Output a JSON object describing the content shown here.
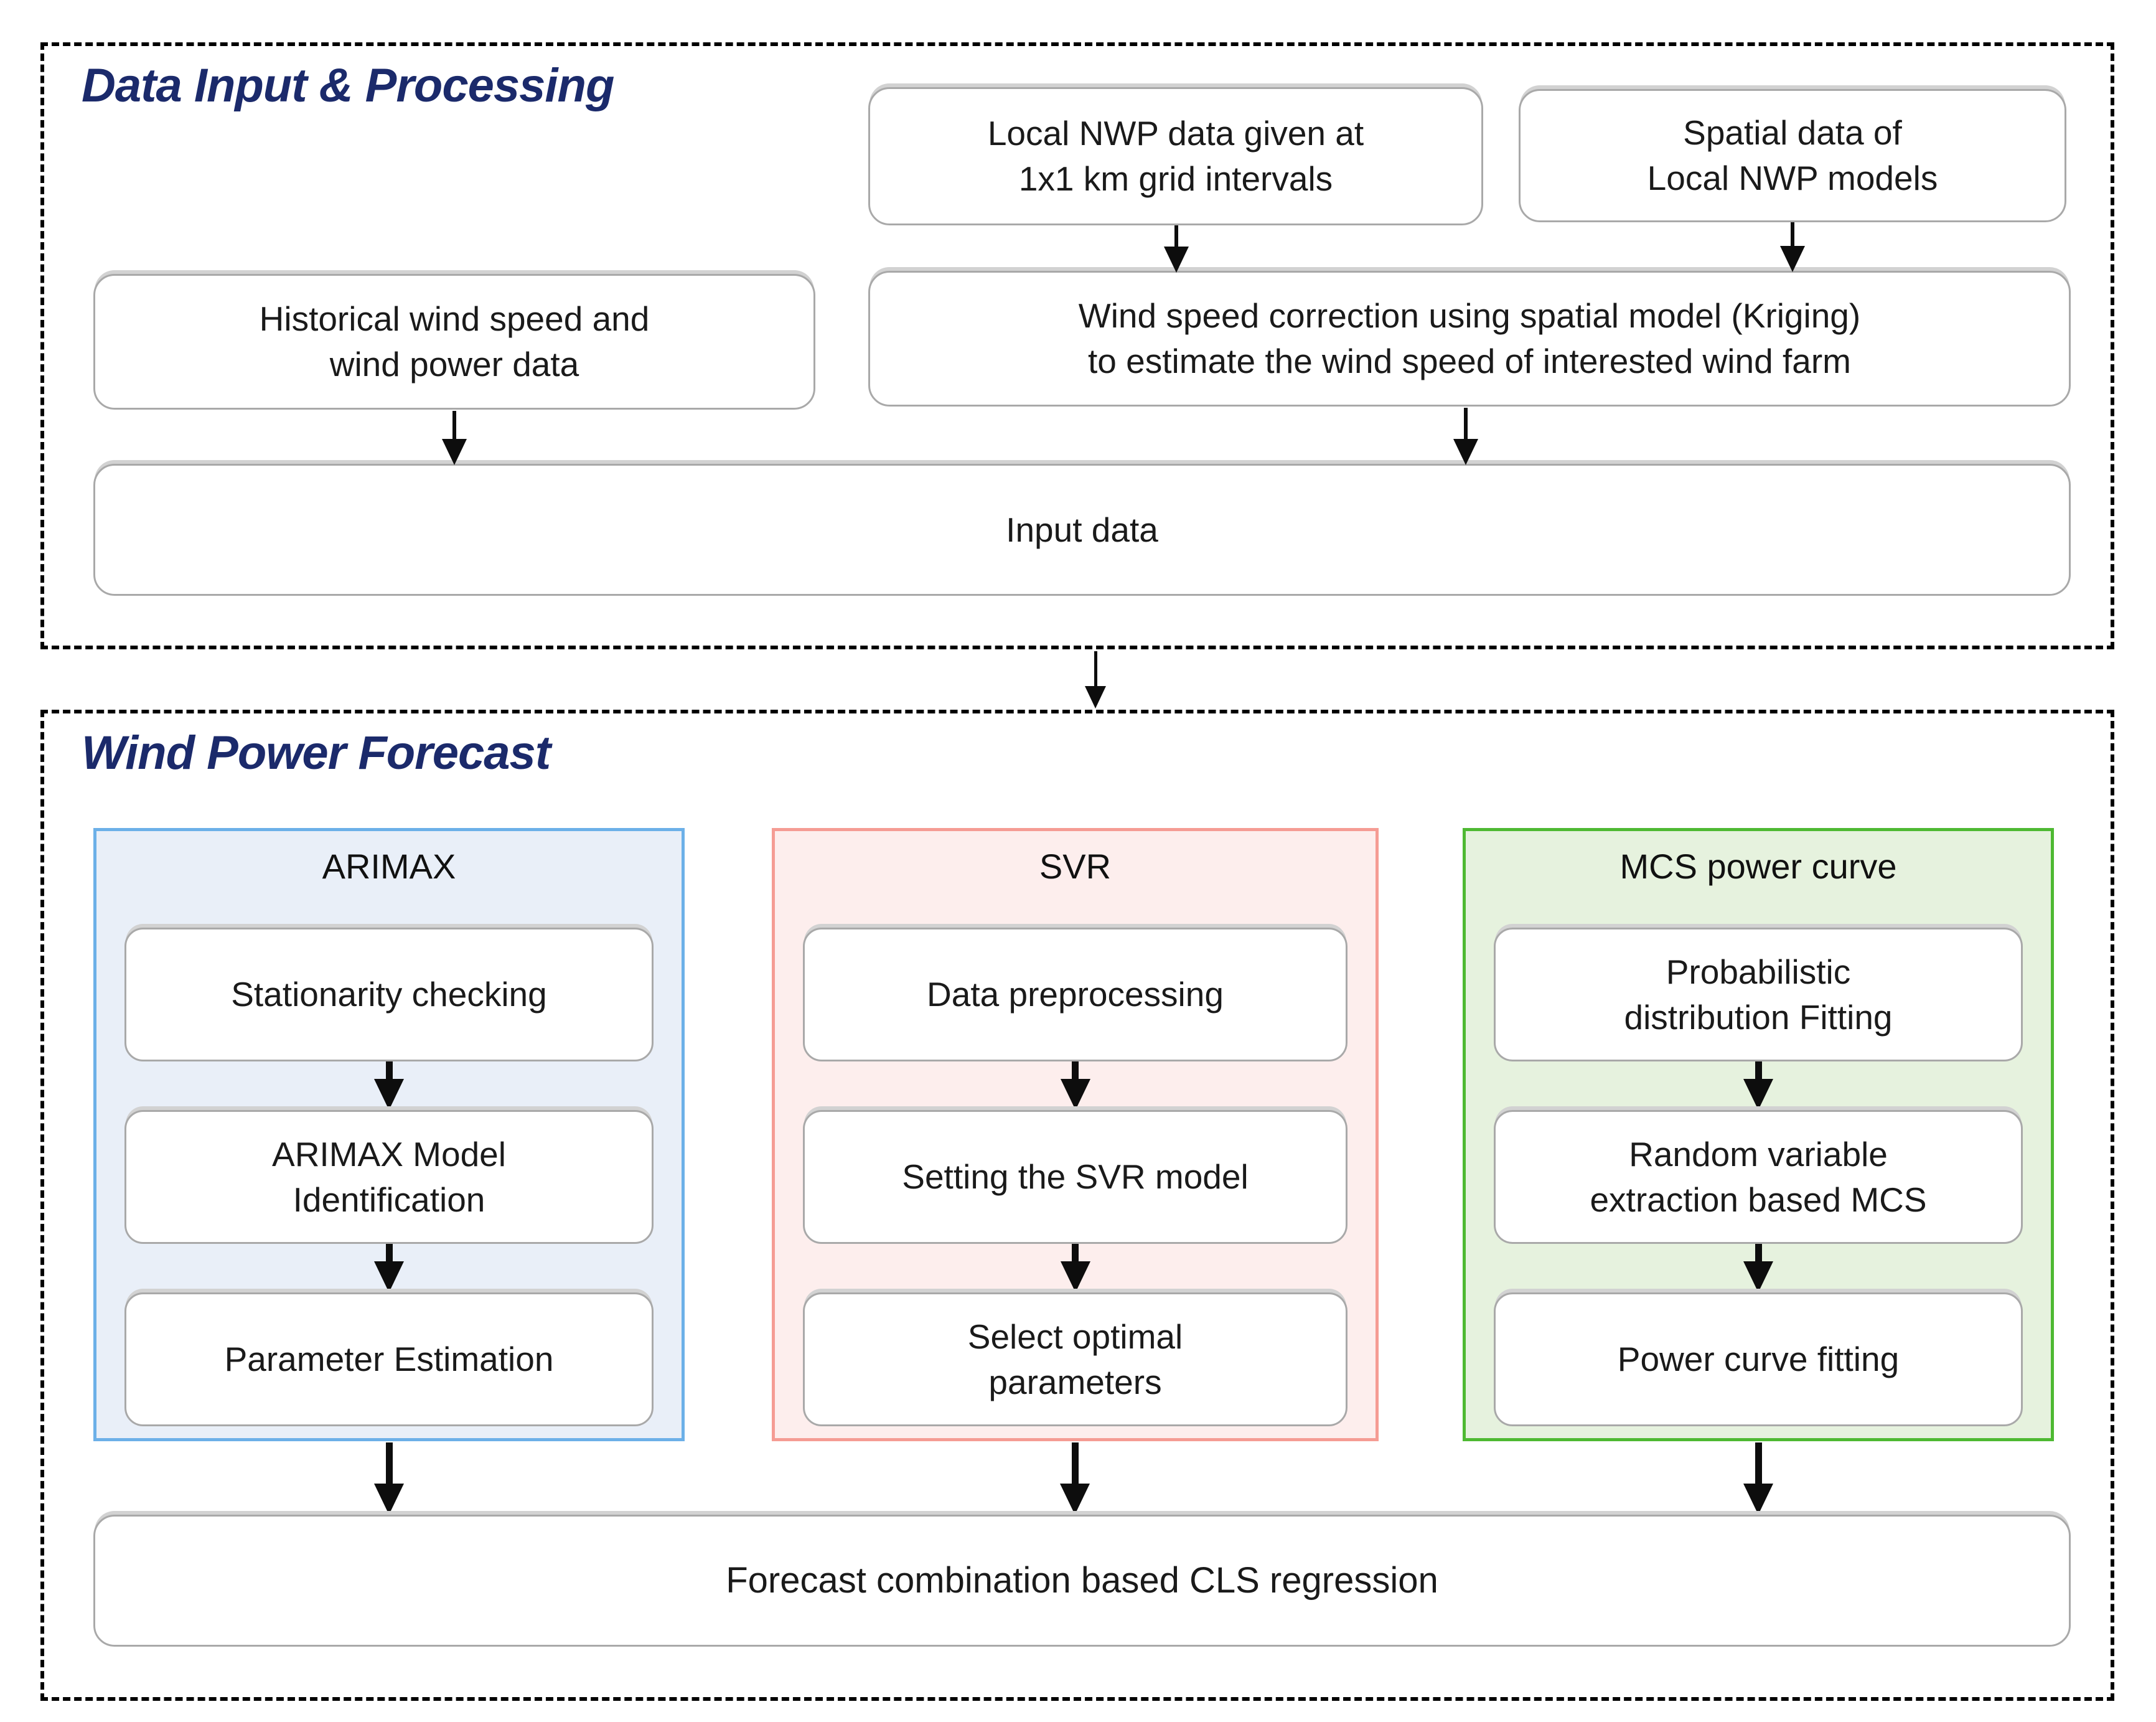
{
  "colors": {
    "section_title": "#1b2a6b",
    "box_border": "#a9a9a9",
    "dashed_border": "#000000",
    "arrow": "#0d0d0d",
    "arimax_bg": "#e9eff8",
    "arimax_border": "#6cb0e8",
    "svr_bg": "#fdeeed",
    "svr_border": "#f59c94",
    "mcs_bg": "#e6f2de",
    "mcs_border": "#4eb932"
  },
  "sections": {
    "data_input": {
      "title": "Data Input & Processing",
      "boxes": {
        "local_nwp": "Local NWP data given at\n1x1 km grid intervals",
        "spatial": "Spatial data of\nLocal NWP models",
        "historical": "Historical wind speed and\nwind power data",
        "kriging": "Wind speed correction using spatial model (Kriging)\nto estimate the wind speed of interested wind farm",
        "input_data": "Input data"
      }
    },
    "forecast": {
      "title": "Wind Power Forecast",
      "panels": [
        {
          "id": "arimax",
          "title": "ARIMAX",
          "steps": [
            "Stationarity checking",
            "ARIMAX Model\nIdentification",
            "Parameter Estimation"
          ]
        },
        {
          "id": "svr",
          "title": "SVR",
          "steps": [
            "Data preprocessing",
            "Setting the SVR model",
            "Select optimal\nparameters"
          ]
        },
        {
          "id": "mcs",
          "title": "MCS power curve",
          "steps": [
            "Probabilistic\ndistribution Fitting",
            "Random variable\nextraction based MCS",
            "Power curve fitting"
          ]
        }
      ],
      "combiner": "Forecast combination based CLS regression"
    }
  }
}
